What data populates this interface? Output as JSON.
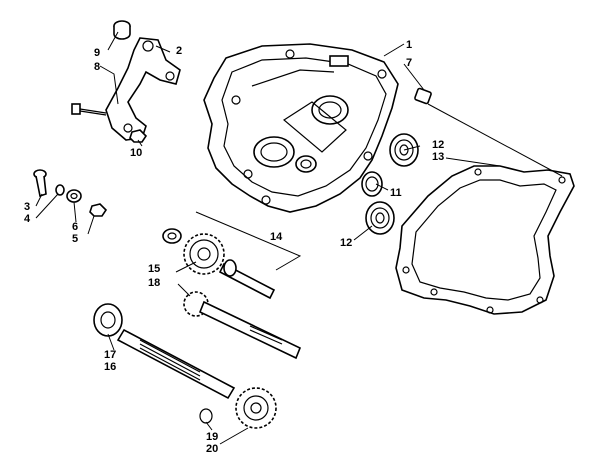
{
  "callouts": [
    {
      "id": "c1",
      "text": "1"
    },
    {
      "id": "c2",
      "text": "2"
    },
    {
      "id": "c3",
      "text": "3"
    },
    {
      "id": "c4",
      "text": "4"
    },
    {
      "id": "c5",
      "text": "5"
    },
    {
      "id": "c6",
      "text": "6"
    },
    {
      "id": "c7",
      "text": "7"
    },
    {
      "id": "c8",
      "text": "8"
    },
    {
      "id": "c9",
      "text": "9"
    },
    {
      "id": "c10",
      "text": "10"
    },
    {
      "id": "c11",
      "text": "11"
    },
    {
      "id": "c12a",
      "text": "12"
    },
    {
      "id": "c12b",
      "text": "12"
    },
    {
      "id": "c13",
      "text": "13"
    },
    {
      "id": "c14",
      "text": "14"
    },
    {
      "id": "c15",
      "text": "15"
    },
    {
      "id": "c16",
      "text": "16"
    },
    {
      "id": "c17",
      "text": "17"
    },
    {
      "id": "c18",
      "text": "18"
    },
    {
      "id": "c19",
      "text": "19"
    },
    {
      "id": "c20",
      "text": "20"
    }
  ]
}
